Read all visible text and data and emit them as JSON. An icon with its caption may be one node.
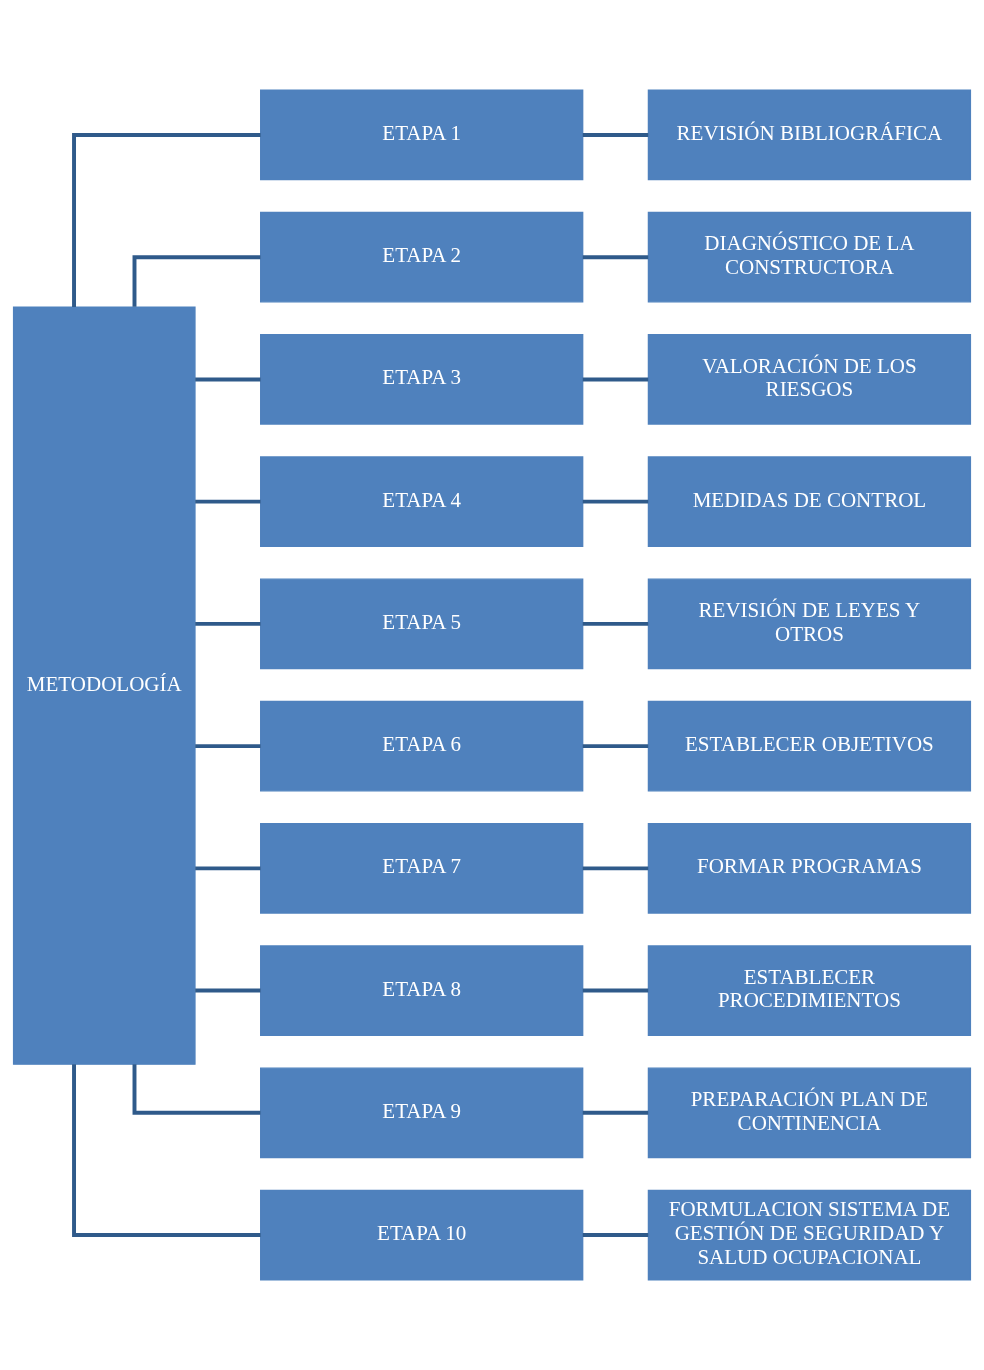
{
  "diagram": {
    "nodes": [
      {
        "text": [
          "METODOLOGÍA"
        ]
      },
      {
        "text": [
          "ETAPA 1"
        ]
      },
      {
        "text": [
          "REVISIÓN BIBLIOGRÁFICA"
        ]
      },
      {
        "text": [
          "ETAPA 2"
        ]
      },
      {
        "text": [
          "DIAGNÓSTICO DE LA CONSTRUCTORA"
        ]
      },
      {
        "text": [
          "ETAPA 3"
        ]
      },
      {
        "text": [
          "VALORACIÓN DE LOS RIESGOS"
        ]
      },
      {
        "text": [
          "ETAPA 4"
        ]
      },
      {
        "text": [
          "MEDIDAS DE CONTROL"
        ]
      },
      {
        "text": [
          "ETAPA 5"
        ]
      },
      {
        "text": [
          "REVISIÓN DE LEYES Y OTROS"
        ]
      },
      {
        "text": [
          "ETAPA 6"
        ]
      },
      {
        "text": [
          "ESTABLECER OBJETIVOS"
        ]
      },
      {
        "text": [
          "ETAPA 7"
        ]
      },
      {
        "text": [
          "FORMAR PROGRAMAS"
        ]
      },
      {
        "text": [
          "ETAPA 8"
        ]
      },
      {
        "text": [
          "ESTABLECER PROCEDIMIENTOS"
        ]
      },
      {
        "text": [
          "ETAPA 9"
        ]
      },
      {
        "text": [
          "PREPARACIÓN PLAN DE CONTINENCIA"
        ]
      },
      {
        "text": [
          "ETAPA 10"
        ]
      },
      {
        "text": [
          "FORMULACION SISTEMA DE GESTIÓN DE SEGURIDAD Y SALUD OCUPACIONAL"
        ]
      }
    ],
    "edges": [
      {
        "from": 0,
        "to": 1,
        "arrow": "none"
      },
      {
        "from": 0,
        "to": 3,
        "arrow": "none"
      },
      {
        "from": 0,
        "to": 5,
        "arrow": "none"
      },
      {
        "from": 0,
        "to": 7,
        "arrow": "none"
      },
      {
        "from": 0,
        "to": 9,
        "arrow": "none"
      },
      {
        "from": 0,
        "to": 11,
        "arrow": "none"
      },
      {
        "from": 0,
        "to": 13,
        "arrow": "none"
      },
      {
        "from": 0,
        "to": 15,
        "arrow": "none"
      },
      {
        "from": 0,
        "to": 17,
        "arrow": "none"
      },
      {
        "from": 0,
        "to": 19,
        "arrow": "none"
      },
      {
        "from": 1,
        "to": 2,
        "arrow": "none"
      },
      {
        "from": 3,
        "to": 4,
        "arrow": "none"
      },
      {
        "from": 5,
        "to": 6,
        "arrow": "none"
      },
      {
        "from": 7,
        "to": 8,
        "arrow": "none"
      },
      {
        "from": 9,
        "to": 10,
        "arrow": "none"
      },
      {
        "from": 11,
        "to": 12,
        "arrow": "none"
      },
      {
        "from": 13,
        "to": 14,
        "arrow": "none"
      },
      {
        "from": 15,
        "to": 16,
        "arrow": "none"
      },
      {
        "from": 17,
        "to": 18,
        "arrow": "none"
      },
      {
        "from": 19,
        "to": 20,
        "arrow": "none"
      }
    ]
  }
}
